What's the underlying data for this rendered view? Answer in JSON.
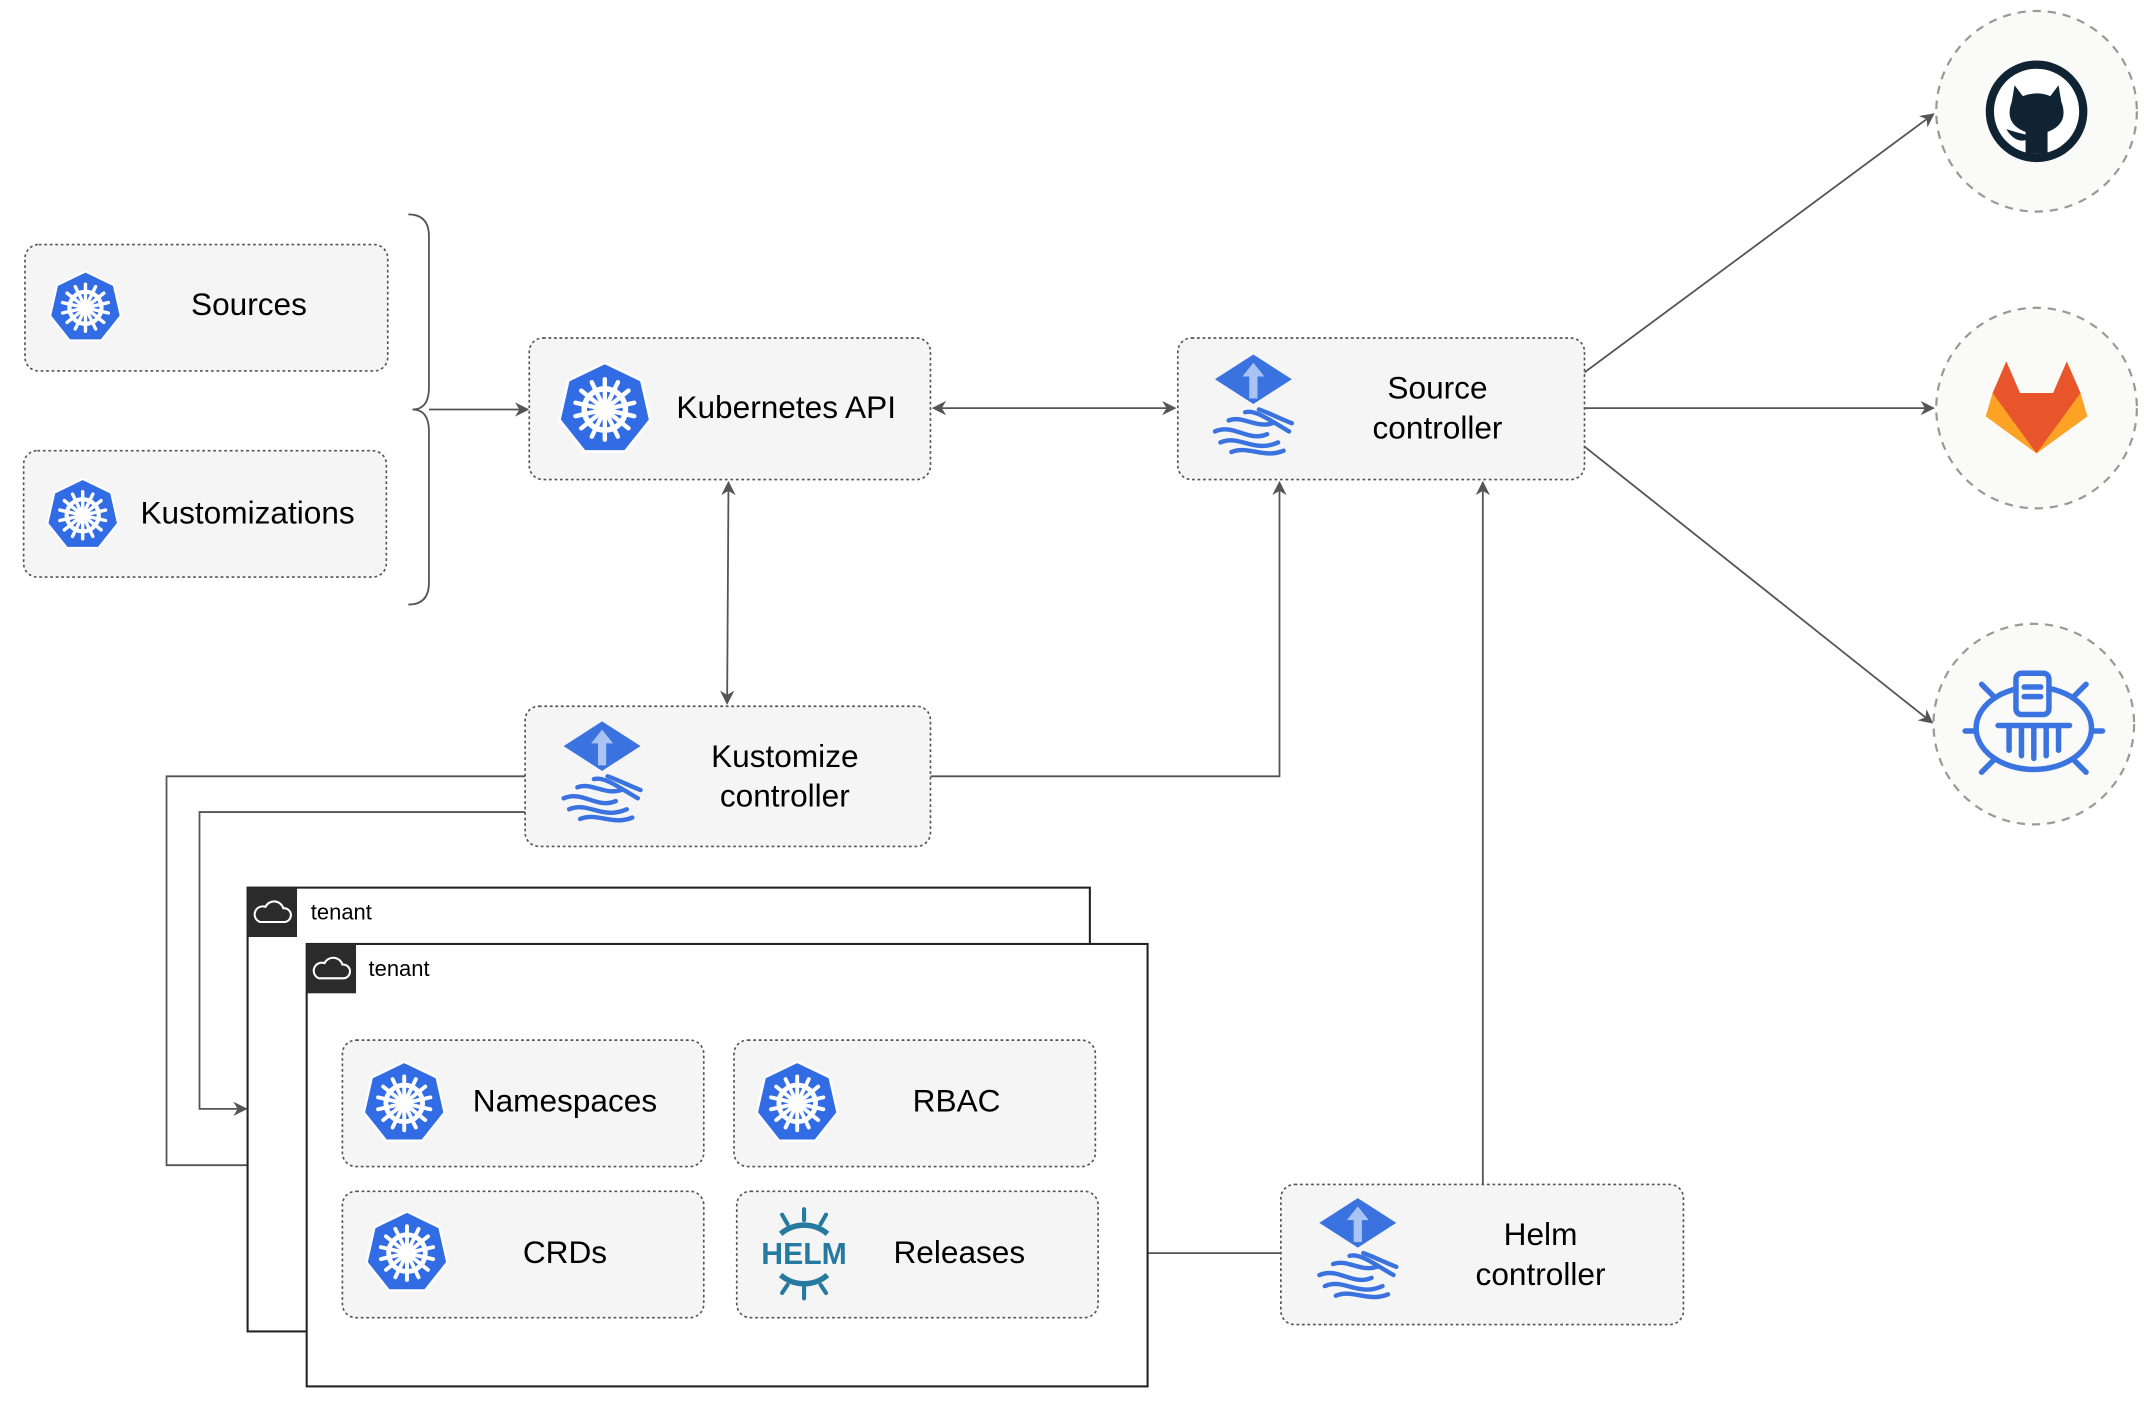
{
  "nodes": {
    "sources": "Sources",
    "kustomizations": "Kustomizations",
    "kubernetes_api": "Kubernetes API",
    "source_controller": [
      "Source",
      "controller"
    ],
    "kustomize_controller": [
      "Kustomize",
      "controller"
    ],
    "helm_controller": [
      "Helm",
      "controller"
    ],
    "namespaces": "Namespaces",
    "rbac": "RBAC",
    "crds": "CRDs",
    "releases": "Releases"
  },
  "tenants": [
    "tenant",
    "tenant"
  ],
  "external_sources": [
    {
      "icon": "github-icon",
      "color": "#0f2333"
    },
    {
      "icon": "gitlab-icon",
      "color": "#e8552a"
    },
    {
      "icon": "helm-repository-icon",
      "color": "#3b74e0"
    }
  ],
  "logo_text": {
    "helm": "HELM"
  },
  "colors": {
    "kubernetes_blue": "#326ce5",
    "flux_blue": "#3a72e0",
    "helm_teal": "#277a9f",
    "edge": "#555555"
  }
}
